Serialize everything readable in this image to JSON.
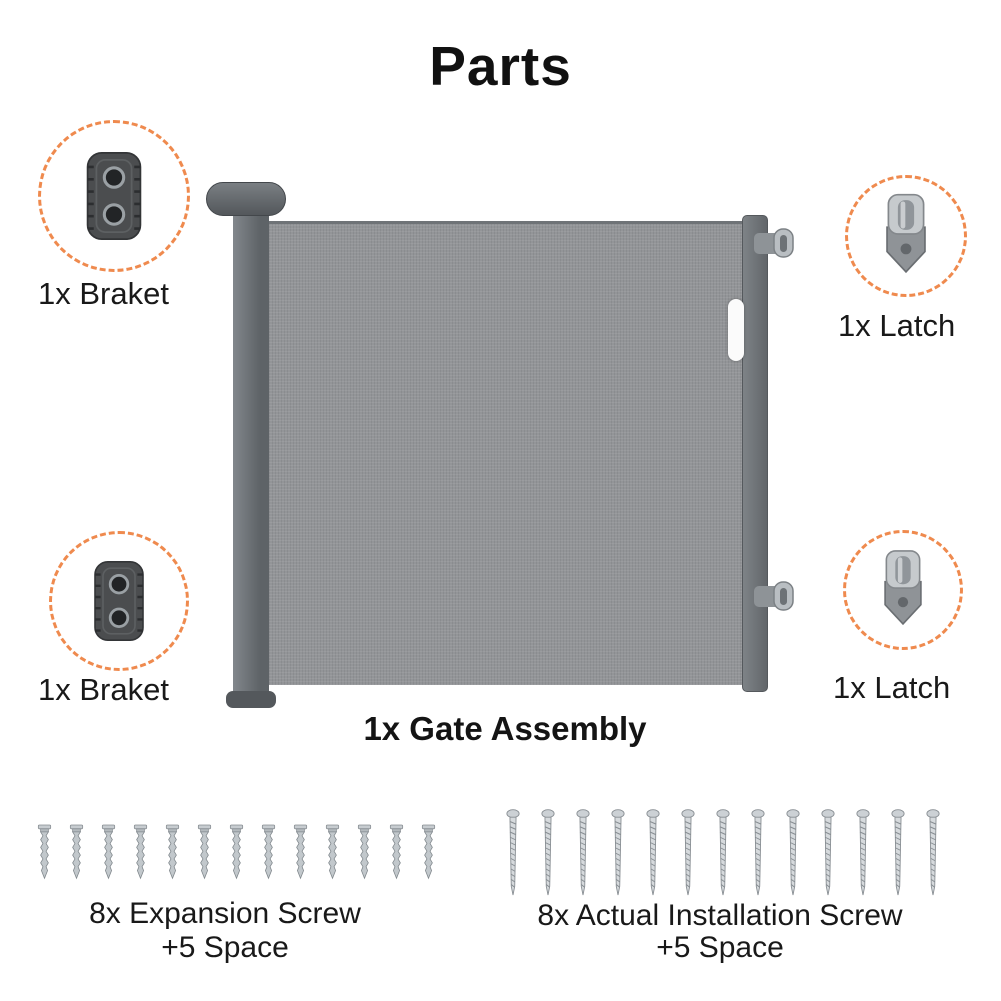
{
  "page": {
    "title": "Parts"
  },
  "accent_color": "#EF8A4E",
  "parts": {
    "bracket_top": "1x Braket",
    "latch_top": "1x Latch",
    "bracket_bottom": "1x Braket",
    "latch_bottom": "1x Latch",
    "gate_assembly": "1x Gate Assembly"
  },
  "hardware": {
    "expansion": {
      "line1": "8x Expansion Screw",
      "line2": "+5 Space",
      "count": 13
    },
    "installation": {
      "line1": "8x Actual Installation Screw",
      "line2": "+5 Space",
      "count": 13
    }
  }
}
